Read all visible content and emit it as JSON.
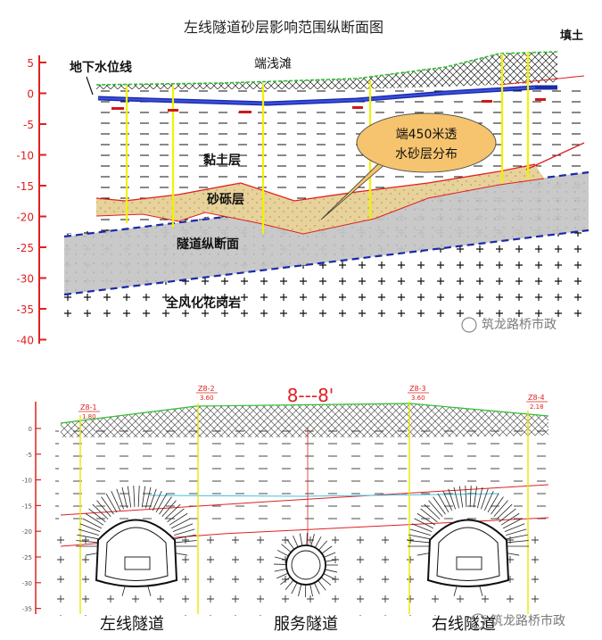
{
  "top_figure": {
    "title": "左线隧道砂层影响范围纵断面图",
    "label_groundwater": "地下水位线",
    "label_beach": "端浅滩",
    "label_fill": "填土",
    "label_clay": "黏土层",
    "label_gravel": "砂砾层",
    "label_tunnel": "隧道纵断面",
    "label_granite": "全风化花岗岩",
    "callout": [
      "端450米透",
      "水砂层分布"
    ],
    "axis_ticks": [
      "5",
      "0",
      "-5",
      "-10",
      "-15",
      "-20",
      "-25",
      "-30",
      "-35",
      "-40"
    ],
    "watermark": "筑龙路桥市政",
    "colors": {
      "axis": "#e0201c",
      "borehole": "#f2f200",
      "gravel": "#e8d49a",
      "tunnel": "#c4c4c4",
      "callout": "#f6c46e"
    }
  },
  "bottom_figure": {
    "section_label": "8---8'",
    "boreholes": [
      {
        "id": "Z8-1",
        "depth": "1.80"
      },
      {
        "id": "Z8-2",
        "depth": "3.60"
      },
      {
        "id": "Z8-3",
        "depth": "3.60"
      },
      {
        "id": "Z8-4",
        "depth": "2.18"
      }
    ],
    "axis_ticks": [
      "0",
      "-5",
      "-10",
      "-15",
      "-20",
      "-25",
      "-30",
      "-35"
    ],
    "tunnel_labels": [
      "左线隧道",
      "服务隧道",
      "右线隧道"
    ],
    "watermark": "筑龙路桥市政"
  }
}
